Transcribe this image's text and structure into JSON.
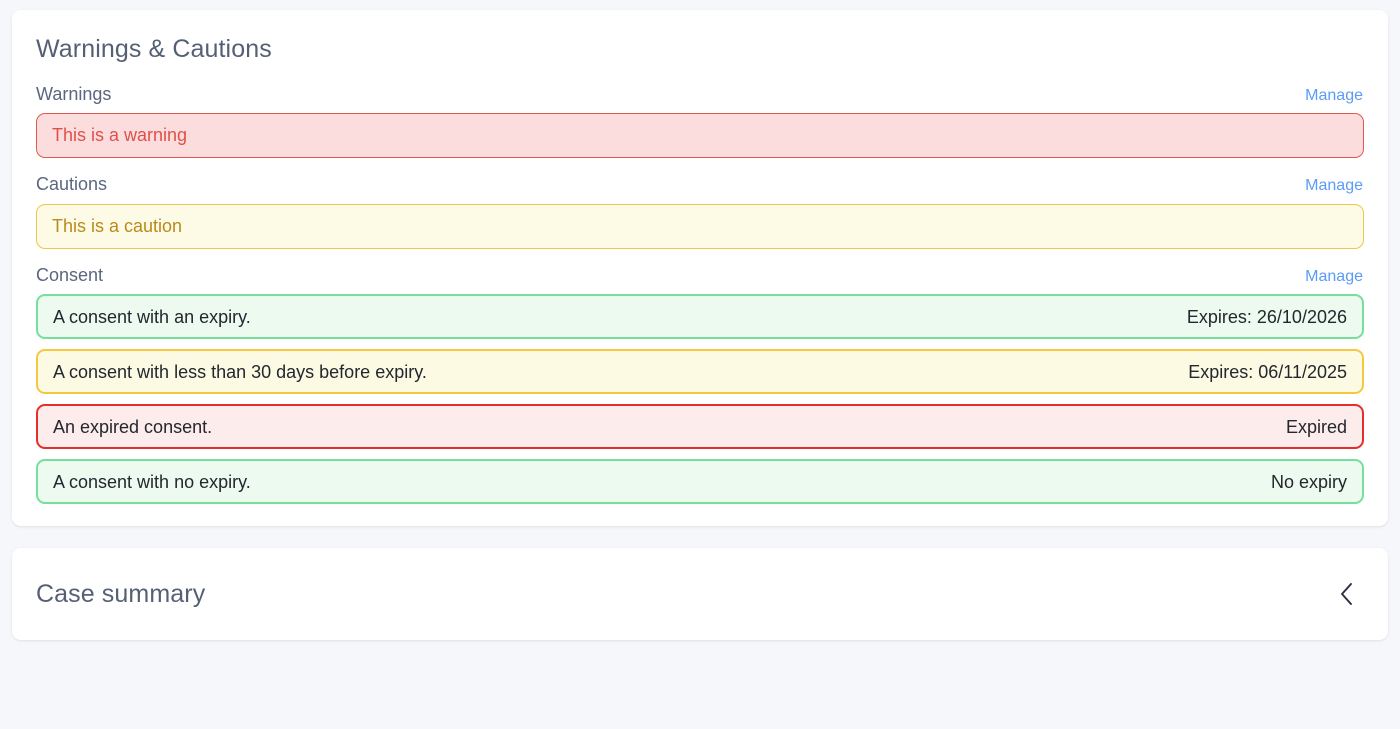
{
  "theme": {
    "page_background": "#f5f7fa",
    "card_background": "#ffffff",
    "heading_color": "#566074",
    "label_color": "#5a6780",
    "link_color": "#5b9bf5",
    "warning_border": "#e4594f",
    "warning_background": "#fbdddd",
    "warning_text": "#e0504a",
    "caution_border": "#efc54a",
    "caution_background": "#fdfbe6",
    "caution_text": "#b98a1c",
    "consent_ok_border": "#74e09c",
    "consent_ok_background": "#edfaf0",
    "consent_soon_border": "#f5c93f",
    "consent_soon_background": "#fdfae4",
    "consent_expired_border": "#e32f2a",
    "consent_expired_background": "#fceceb",
    "consent_text": "#23272e"
  },
  "warnings_card": {
    "title": "Warnings & Cautions",
    "warnings": {
      "label": "Warnings",
      "manage_label": "Manage",
      "items": [
        {
          "text": "This is a warning",
          "meta": ""
        }
      ]
    },
    "cautions": {
      "label": "Cautions",
      "manage_label": "Manage",
      "items": [
        {
          "text": "This is a caution",
          "meta": ""
        }
      ]
    },
    "consent": {
      "label": "Consent",
      "manage_label": "Manage",
      "items": [
        {
          "text": "A consent with an expiry.",
          "meta": "Expires: 26/10/2026",
          "status": "ok"
        },
        {
          "text": "A consent with less than 30 days before expiry.",
          "meta": "Expires: 06/11/2025",
          "status": "soon"
        },
        {
          "text": "An expired consent.",
          "meta": "Expired",
          "status": "expired"
        },
        {
          "text": "A consent with no expiry.",
          "meta": "No expiry",
          "status": "ok"
        }
      ]
    }
  },
  "case_summary_card": {
    "title": "Case summary",
    "collapse_icon": "chevron-left-icon"
  }
}
